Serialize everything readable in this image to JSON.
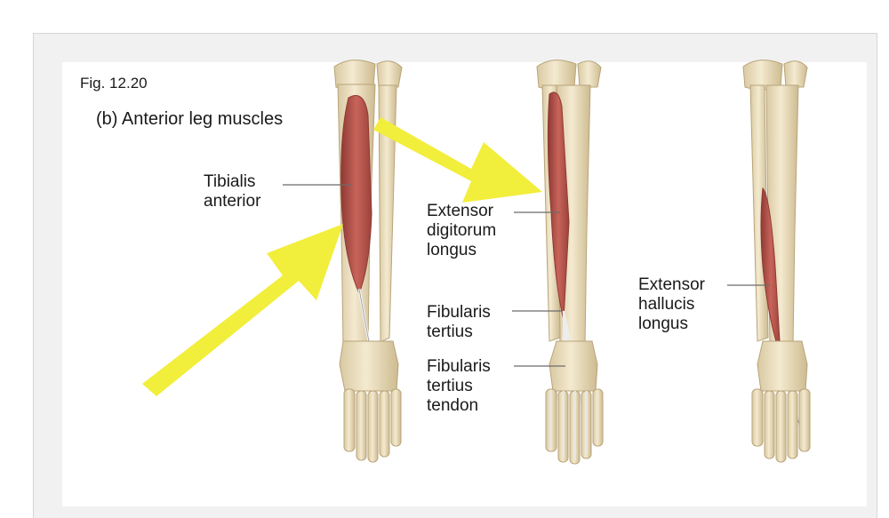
{
  "figure": {
    "number": "Fig. 12.20",
    "caption": "(b) Anterior leg muscles"
  },
  "labels": {
    "tibialis_anterior": [
      "Tibialis",
      "anterior"
    ],
    "extensor_digitorum_longus": [
      "Extensor",
      "digitorum",
      "longus"
    ],
    "fibularis_tertius": [
      "Fibularis",
      "tertius"
    ],
    "fibularis_tertius_tendon": [
      "Fibularis",
      "tertius",
      "tendon"
    ],
    "extensor_hallucis_longus": [
      "Extensor",
      "hallucis",
      "longus"
    ]
  },
  "colors": {
    "bone": "#eee2c4",
    "bone_edge": "#b8a47a",
    "muscle": "#b8554c",
    "muscle_dark": "#8e3a34",
    "tendon": "#f3f3f3",
    "arrow": "#f2ee3c",
    "leader": "#6b6b6b"
  }
}
